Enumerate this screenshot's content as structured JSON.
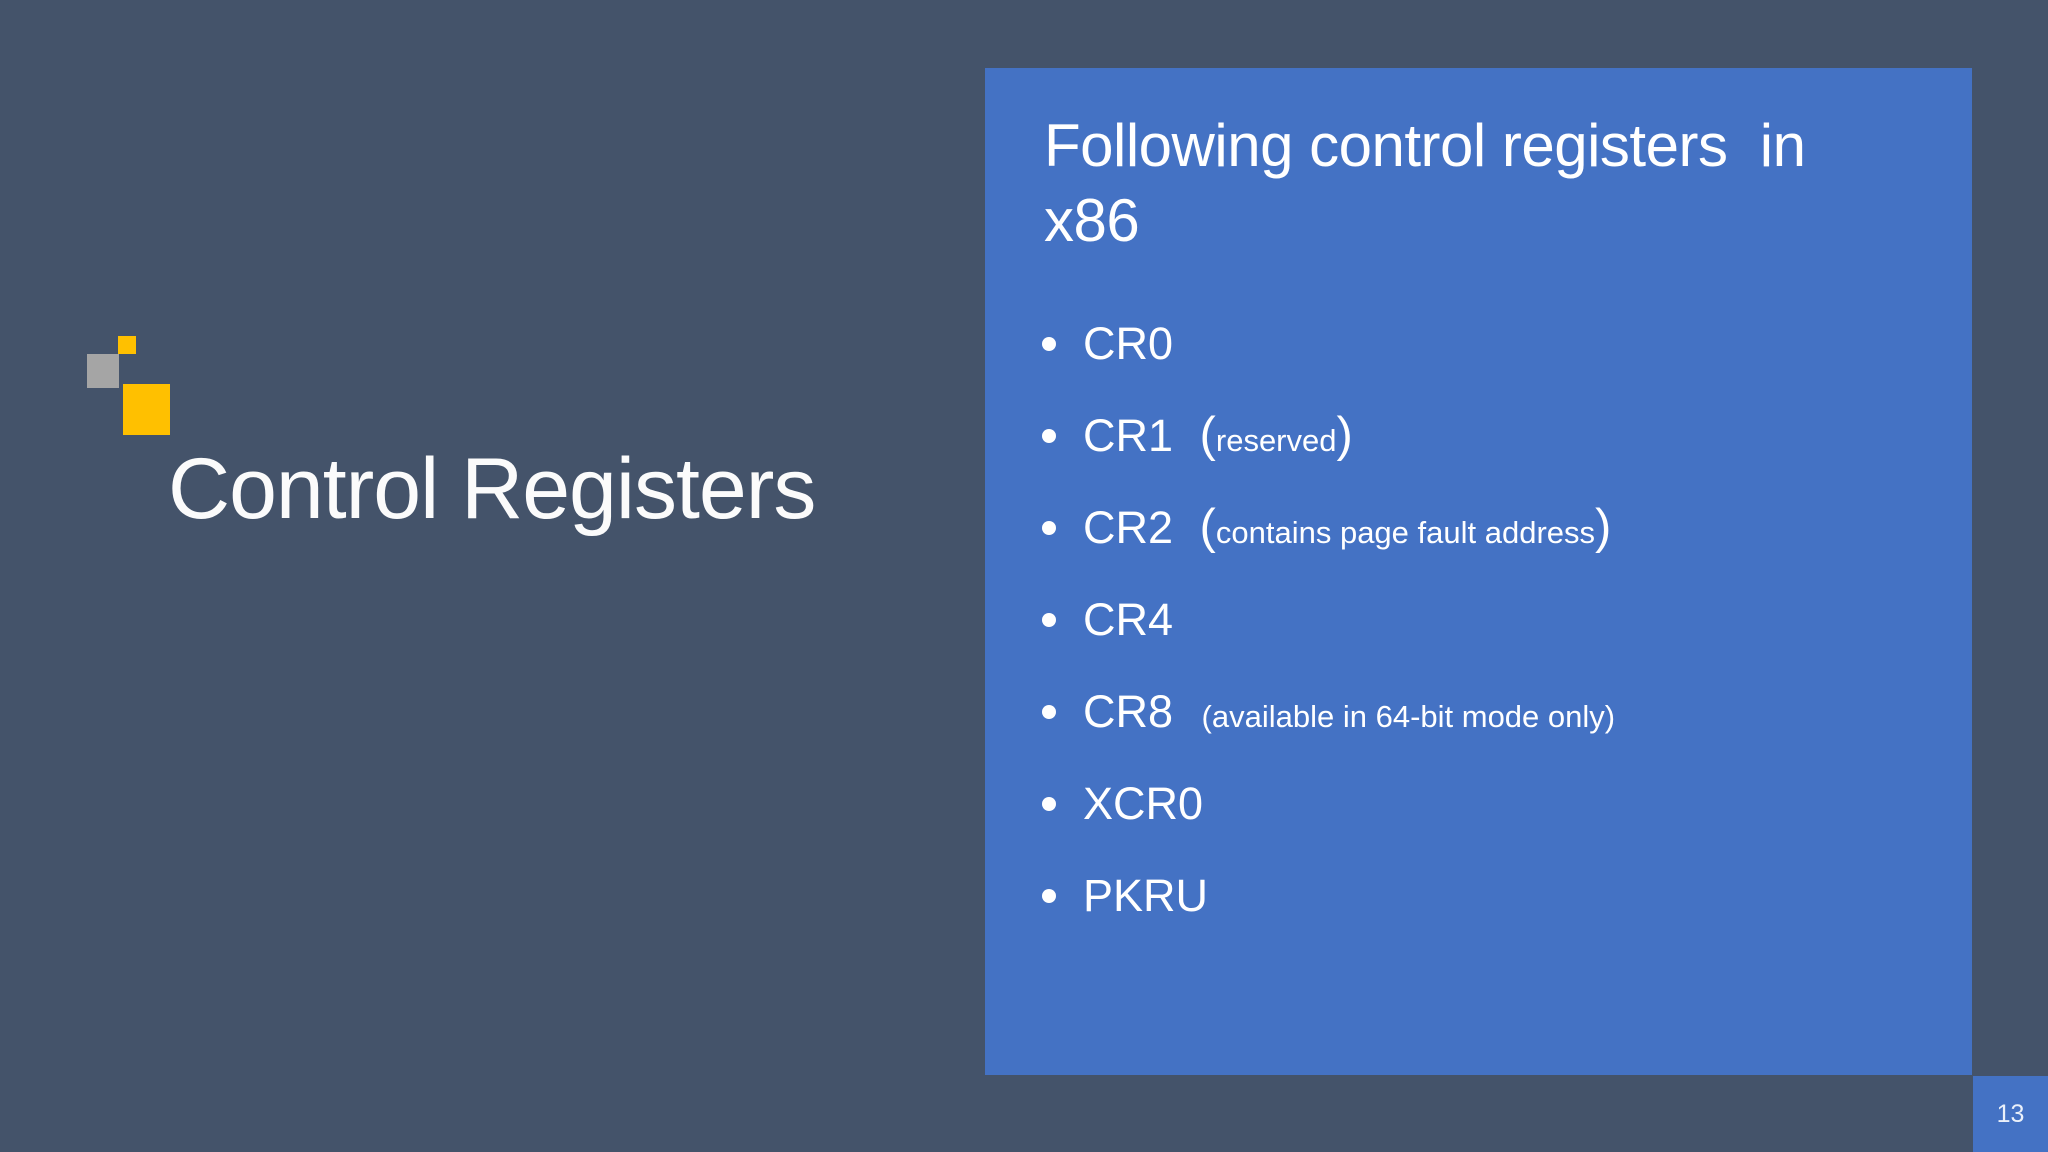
{
  "slide": {
    "title": "Control Registers",
    "page_number": "13"
  },
  "panel": {
    "heading": "Following control registers  in\nx86",
    "bullets": [
      {
        "label": "CR0"
      },
      {
        "label": "CR1",
        "paren_open": "(",
        "note": "reserved",
        "paren_close": ")"
      },
      {
        "label": "CR2",
        "paren_open": "(",
        "note": "contains page fault address",
        "paren_close": ")"
      },
      {
        "label": "CR4"
      },
      {
        "label": "CR8",
        "note": "(available in 64-bit mode only)"
      },
      {
        "label": "XCR0"
      },
      {
        "label": "PKRU"
      }
    ]
  },
  "colors": {
    "background": "#44536A",
    "panel_blue": "#4472C4",
    "accent_yellow": "#FFC000",
    "accent_gray": "#A5A5A5",
    "text": "#FFFFFF"
  }
}
